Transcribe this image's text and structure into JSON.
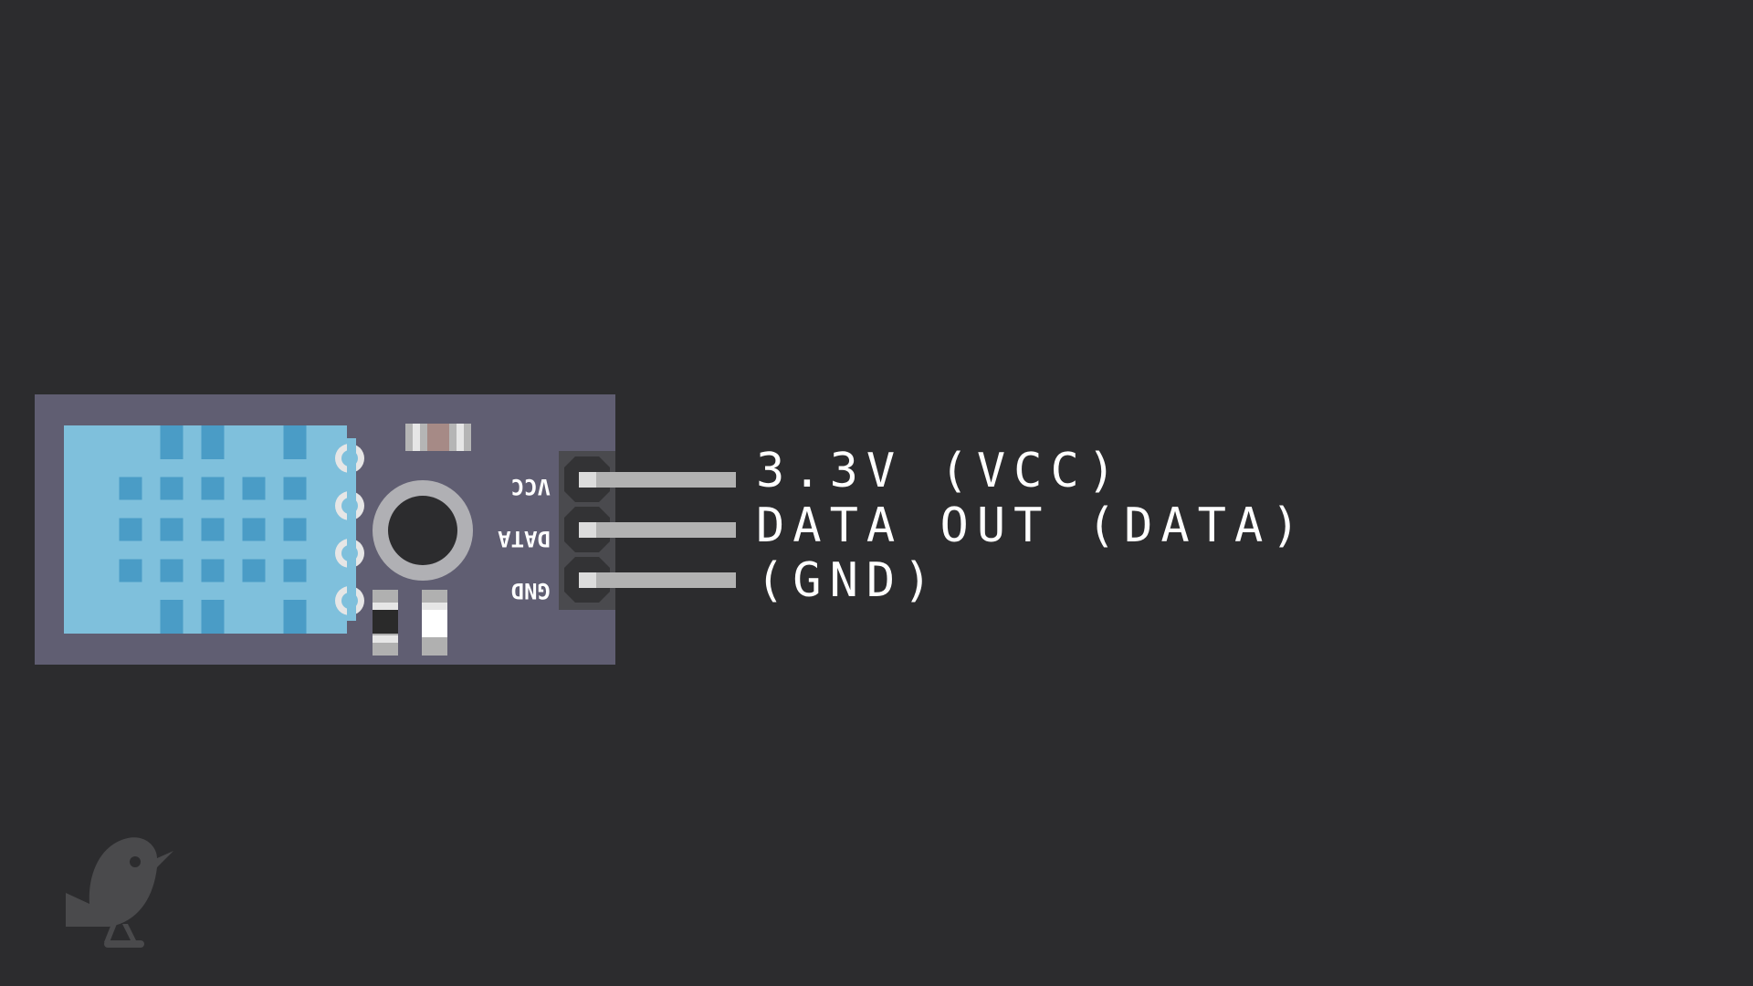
{
  "colors": {
    "background": "#2c2c2e",
    "board": "#605e72",
    "sensor_body": "#7fc0dc",
    "sensor_grid": "#4a9cc6",
    "lead_wire": "#b2b2b2",
    "pin_pad": "#3a3a3a",
    "header": "#4a4a4e",
    "logo": "#4a4a4c",
    "text": "#ffffff"
  },
  "board": {
    "pin_labels": [
      "VCC",
      "DATA",
      "GND"
    ]
  },
  "callouts": [
    {
      "label": "3.3V (VCC)"
    },
    {
      "label": "DATA OUT (DATA)"
    },
    {
      "label": "(GND)"
    }
  ],
  "icons": {
    "logo": "bird-logo-icon"
  }
}
